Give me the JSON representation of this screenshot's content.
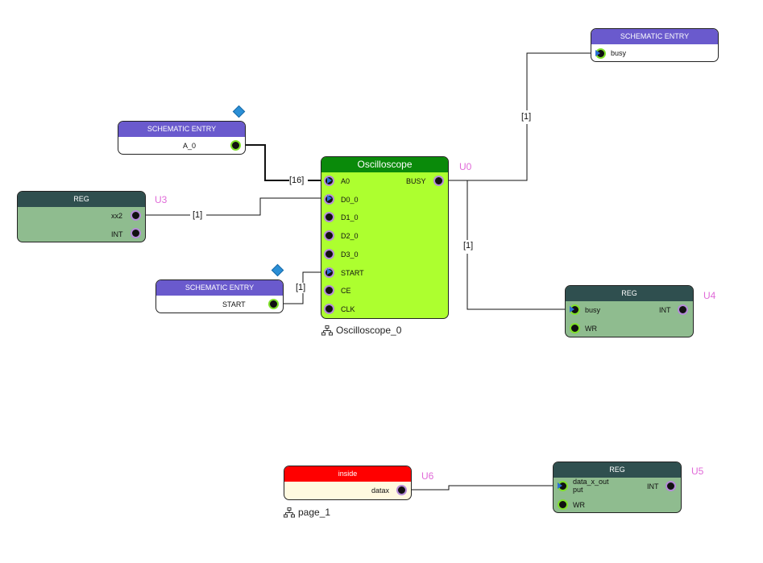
{
  "blocks": {
    "se_busy": {
      "title": "SCHEMATIC ENTRY",
      "port": "busy"
    },
    "se_a0": {
      "title": "SCHEMATIC ENTRY",
      "port": "A_0"
    },
    "se_start": {
      "title": "SCHEMATIC ENTRY",
      "port": "START"
    },
    "reg_u3": {
      "title": "REG",
      "instance": "U3",
      "ports": [
        "xx2",
        "INT"
      ]
    },
    "osc": {
      "title": "Oscilloscope",
      "instance": "U0",
      "inputs": [
        "A0",
        "D0_0",
        "D1_0",
        "D2_0",
        "D3_0",
        "START",
        "CE",
        "CLK"
      ],
      "output": "BUSY",
      "caption": "Oscilloscope_0"
    },
    "reg_u4": {
      "title": "REG",
      "instance": "U4",
      "in_ports": [
        "busy",
        "WR"
      ],
      "out_port": "INT"
    },
    "inside": {
      "title": "inside",
      "instance": "U6",
      "port": "datax",
      "caption": "page_1"
    },
    "reg_u5": {
      "title": "REG",
      "instance": "U5",
      "in_ports": [
        "data_x_out\nput",
        "WR"
      ],
      "out_port": "INT"
    }
  },
  "wire_labels": {
    "a0_bus": "[16]",
    "xx2": "[1]",
    "start": "[1]",
    "busy_up": "[1]",
    "busy_down": "[1]"
  },
  "colors": {
    "schematic_entry_header": "#6a5acd",
    "reg_header": "#2f4f4f",
    "reg_body": "#8fbc8f",
    "oscilloscope_header": "#0a8a0a",
    "oscilloscope_body": "#adff2f",
    "inside_header": "#ff0000",
    "inside_body": "#fffae0",
    "instance_label": "#e06ad8",
    "hier_badge": "#2a8fd6"
  }
}
